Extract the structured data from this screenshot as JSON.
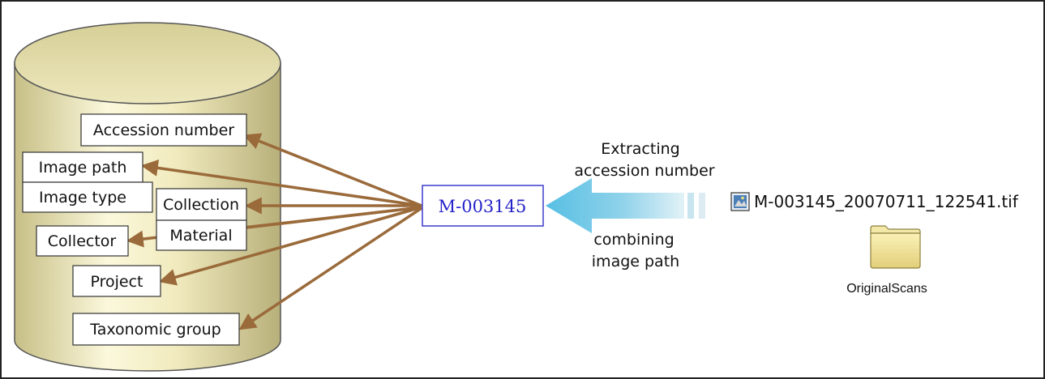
{
  "database": {
    "fields": {
      "accession_number": "Accession number",
      "image_path": "Image path",
      "image_type": "Image type",
      "collection": "Collection",
      "material": "Material",
      "collector": "Collector",
      "project": "Project",
      "taxonomic_group": "Taxonomic group"
    }
  },
  "accession_id": "M-003145",
  "process": {
    "extract_line1": "Extracting",
    "extract_line2": "accession number",
    "combine_line1": "combining",
    "combine_line2": "image path"
  },
  "file": {
    "name": "M-003145_20070711_122541.tif",
    "icon": "tif-image-file-icon"
  },
  "folder": {
    "name": "OriginalScans",
    "icon": "folder-icon"
  },
  "colors": {
    "cylinder_light": "#faf6d4",
    "cylinder_dark": "#bdb57a",
    "connector_arrow": "#9a6a3a",
    "process_arrow": "#5bc3e6",
    "accession_text": "#2323c8",
    "folder": "#f0e29a"
  }
}
